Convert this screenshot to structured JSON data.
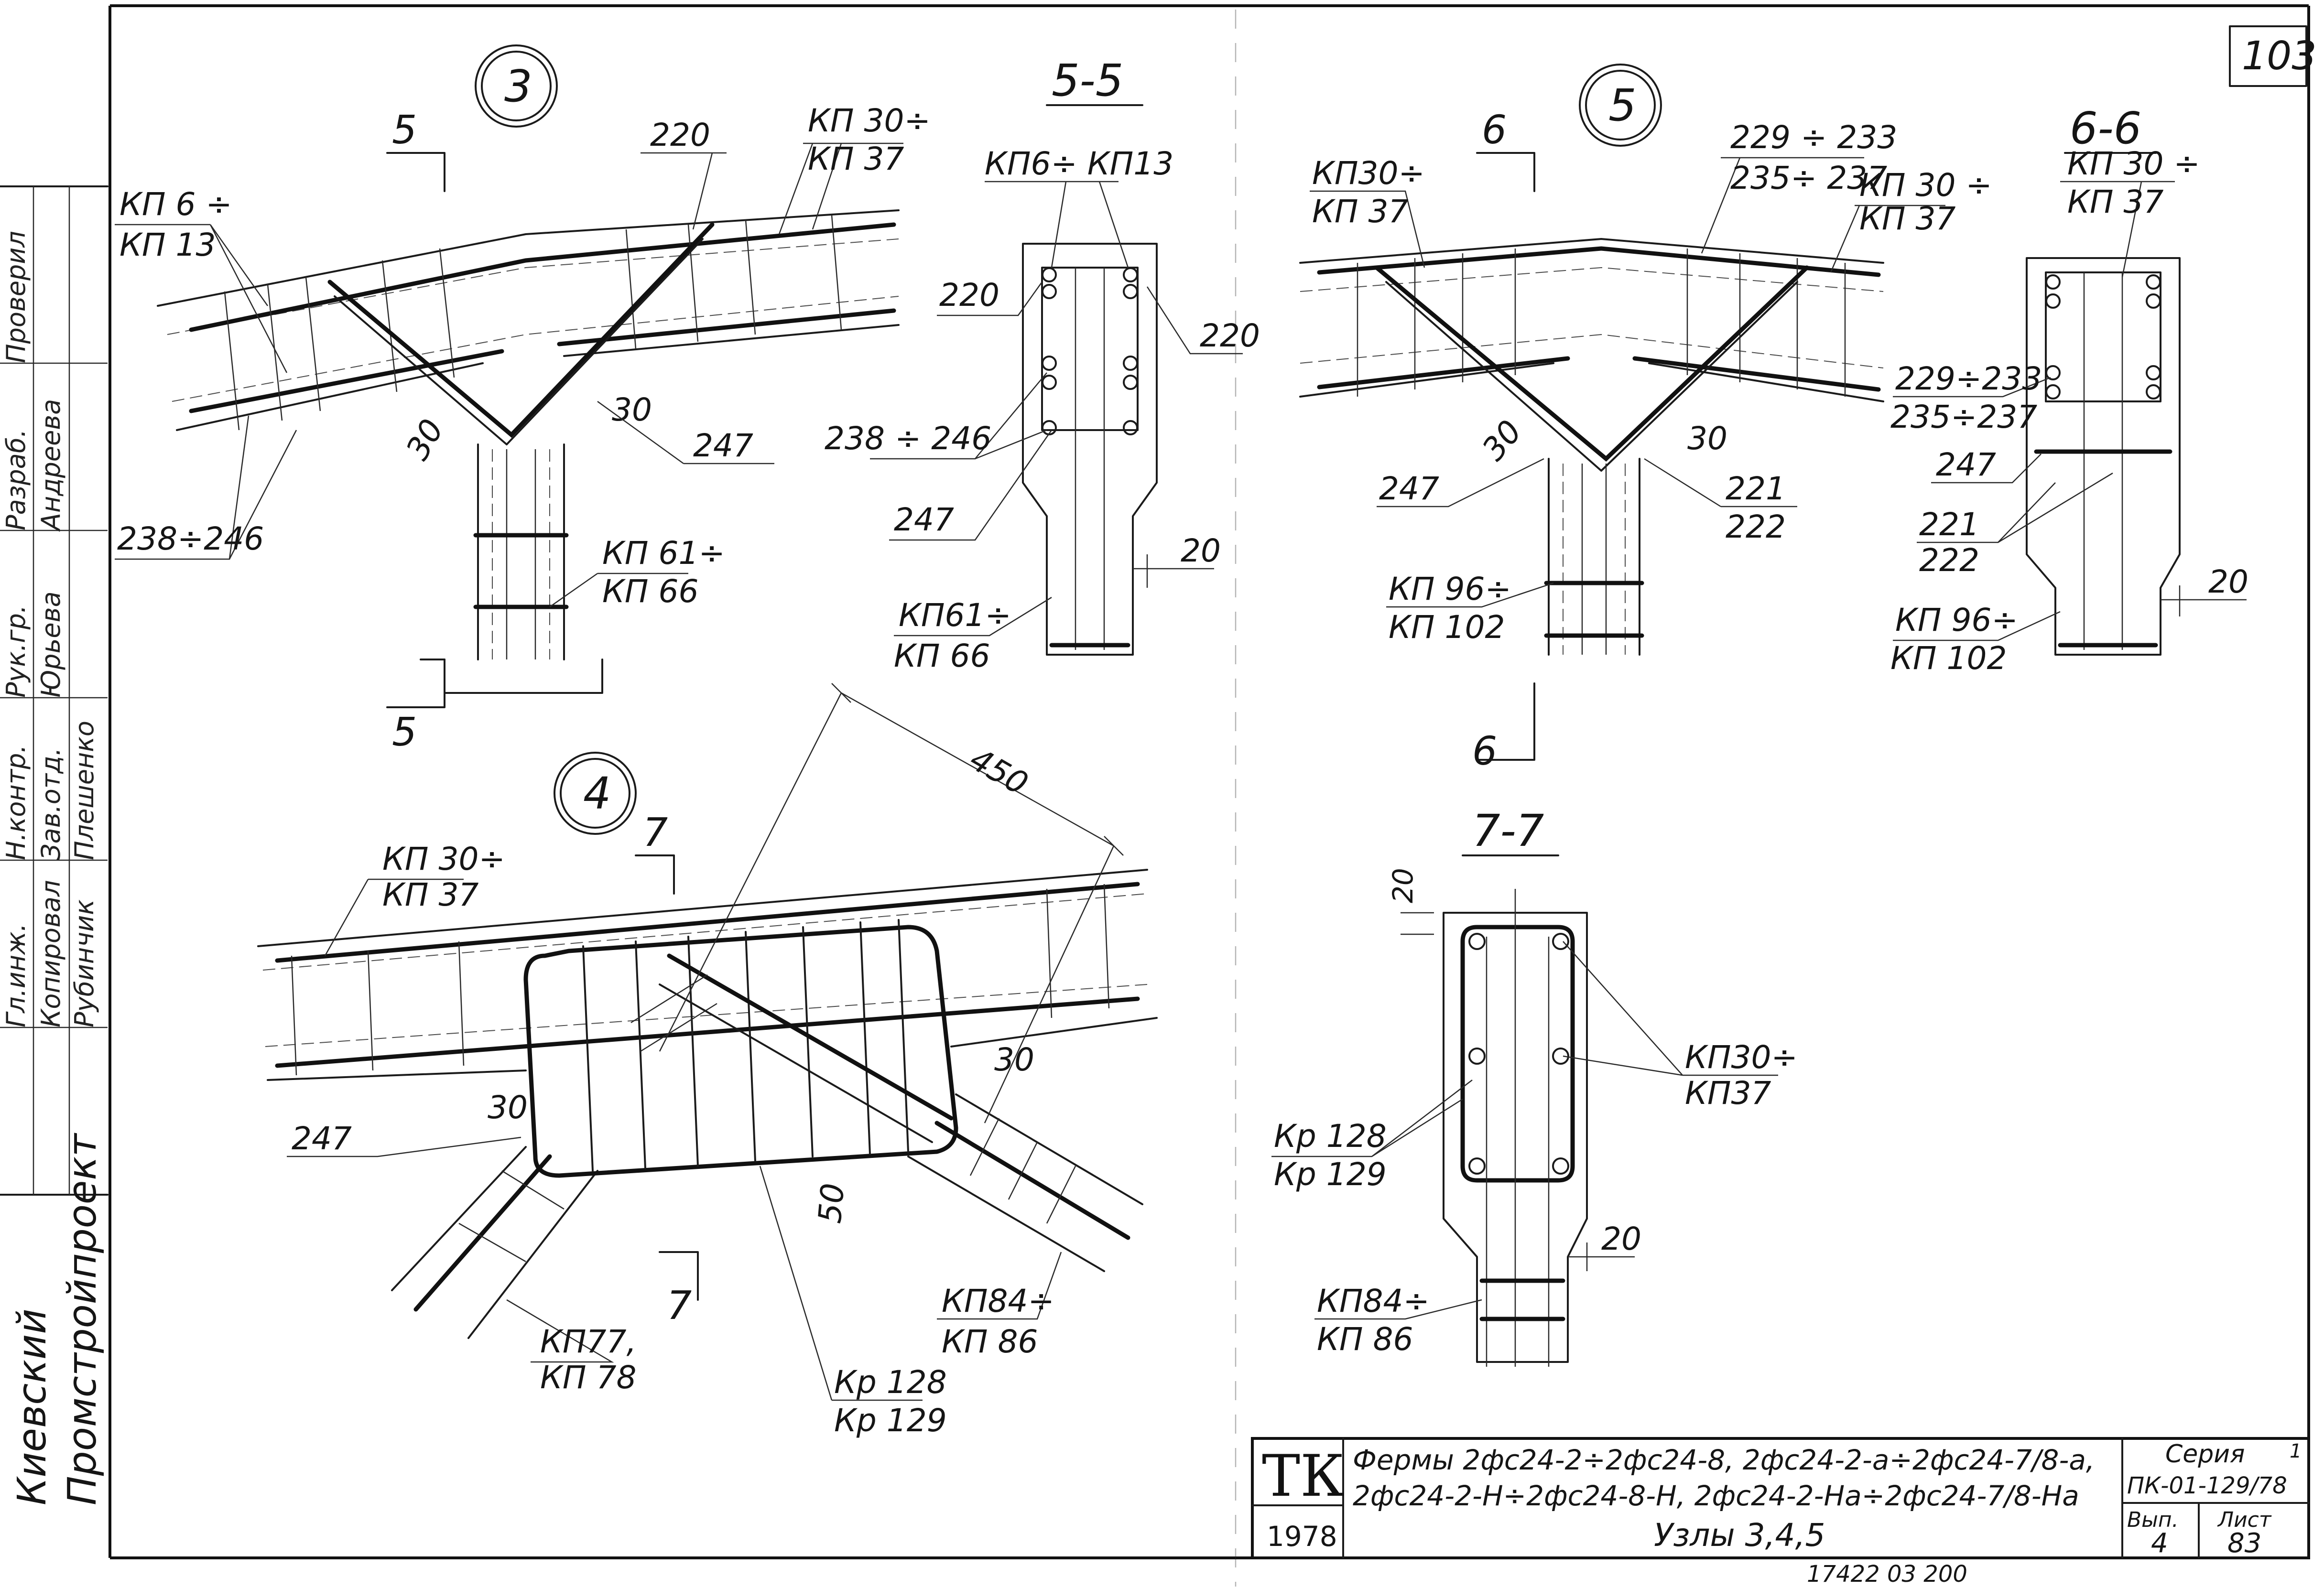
{
  "sheet": {
    "page_number": "103",
    "bottom_note": "17422  03    200"
  },
  "left_strip": {
    "org_line1": "Киевский",
    "org_line2": "Промстройпроект",
    "stamp_texts": [
      "Гл.инж.",
      "Н.контр.",
      "Рук.гр.",
      "Разраб.",
      "Проверил",
      "Копировал",
      "Зав.отд.",
      "Юрьева",
      "Андреева",
      "Рубинчик",
      "Плешенко"
    ]
  },
  "title_block": {
    "stamp": "ТК",
    "year": "1978",
    "title_line1": "Фермы 2фс24-2÷2фс24-8, 2фс24-2-а÷2фс24-7/8-а,",
    "title_line2": "2фс24-2-Н÷2фс24-8-Н, 2фс24-2-На÷2фс24-7/8-На",
    "title_line3": "Узлы 3,4,5",
    "series_label": "Серия",
    "series_value": "ПК-01-129/78",
    "sheet_label": "Вып.",
    "sheet_word": "Лист",
    "issue_value": "4",
    "sheet_value": "83",
    "corner_mark": "1"
  },
  "node3": {
    "number": "3",
    "labels": {
      "kp30": "КП 30÷",
      "kp37": "КП 37",
      "n220": "220",
      "kp6": "КП 6 ÷",
      "kp13": "КП 13",
      "r238": "238÷246",
      "n30a": "30",
      "n30b": "30",
      "n247": "247",
      "kp61": "КП 61÷",
      "kp66": "КП 66",
      "cut5a": "5",
      "cut5b": "5"
    }
  },
  "section55": {
    "title": "5-5",
    "labels": {
      "kp6": "КП6÷ КП13",
      "n220a": "220",
      "n220b": "220",
      "r238": "238 ÷ 246",
      "n247": "247",
      "n20": "20",
      "kp61": "КП61÷",
      "kp66": "КП 66"
    }
  },
  "node5": {
    "number": "5",
    "labels": {
      "cut6a": "6",
      "cut6b": "6",
      "kp30": "КП30÷",
      "kp37": "КП 37",
      "r229": "229 ÷ 233",
      "r235": "235÷ 237",
      "kp30b": "КП 30 ÷",
      "kp37b": "КП 37",
      "n30a": "30",
      "n30b": "30",
      "n247": "247",
      "n221": "221",
      "n222": "222",
      "kp96": "КП 96÷",
      "kp102": "КП 102"
    }
  },
  "section66": {
    "title": "6-6",
    "labels": {
      "kp30": "КП 30 ÷",
      "kp37": "КП 37",
      "r229": "229÷233",
      "r235": "235÷237",
      "n247": "247",
      "n221": "221",
      "n222": "222",
      "n20": "20",
      "kp96": "КП 96÷",
      "kp102": "КП 102"
    }
  },
  "node4": {
    "number": "4",
    "labels": {
      "kp30": "КП 30÷",
      "kp37": "КП 37",
      "cut7a": "7",
      "cut7b": "7",
      "dim450": "450",
      "n30a": "30",
      "n30b": "30",
      "n50": "50",
      "n247": "247",
      "kp77": "КП77,",
      "kp78": "КП 78",
      "kp84": "КП84÷",
      "kp86": "КП 86",
      "kr128": "Кр 128",
      "kr129": "Кр 129"
    }
  },
  "section77": {
    "title": "7-7",
    "labels": {
      "n20a": "20",
      "n20b": "20",
      "kp30": "КП30÷",
      "kp37": "КП37",
      "kr128": "Кр 128",
      "kr129": "Кр 129",
      "kp84": "КП84÷",
      "kp86": "КП 86"
    }
  }
}
